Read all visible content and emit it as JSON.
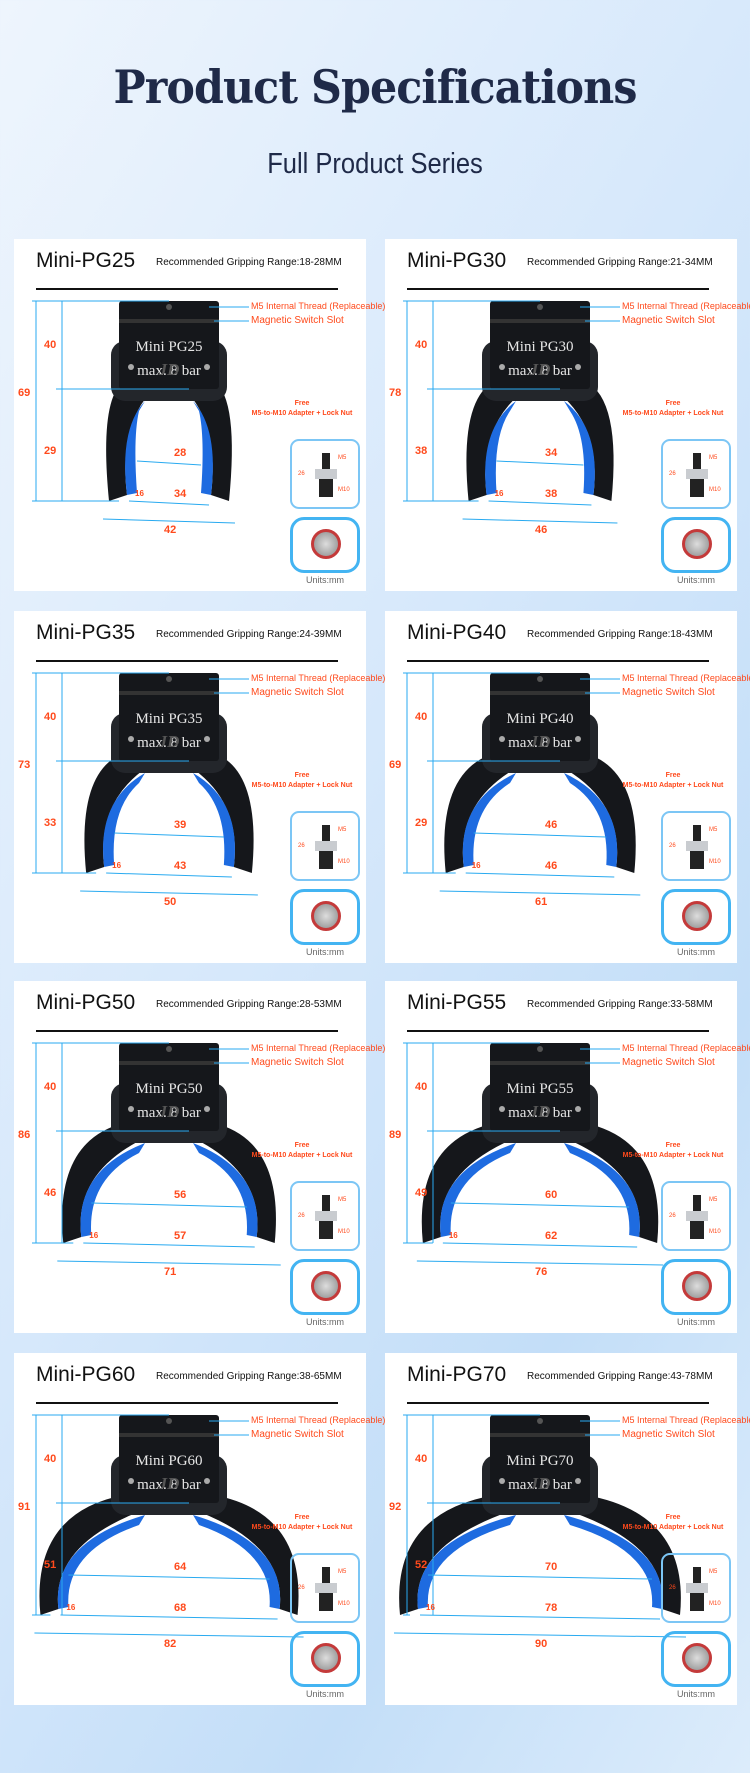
{
  "header": {
    "title": "Product Specifications",
    "subtitle": "Full Product Series"
  },
  "common": {
    "thread_callout": "M5 Internal Thread (Replaceable)",
    "slot_callout": "Magnetic Switch Slot",
    "free_label": "Free",
    "adapter_label": "M5-to-M10 Adapter + Lock Nut",
    "adapter_m5": "M5",
    "adapter_m10": "M10",
    "adapter_length": "26",
    "units": "Units:mm",
    "pressure": "max. 8 bar",
    "brand": "JD",
    "finger_dim": "16",
    "colors": {
      "dimension": "#29aaf0",
      "callout": "#ff4a1c",
      "jaw_pad": "#1e6be0",
      "body": "#15171b"
    }
  },
  "cards": [
    {
      "title": "Mini-PG25",
      "range": "Recommended Gripping Range:18-28MM",
      "body_label": "Mini PG25",
      "total_height": "69",
      "top_height": "40",
      "bottom_height": "29",
      "inner_width": "28",
      "mid_width": "34",
      "outer_width": "42"
    },
    {
      "title": "Mini-PG30",
      "range": "Recommended Gripping Range:21-34MM",
      "body_label": "Mini PG30",
      "total_height": "78",
      "top_height": "40",
      "bottom_height": "38",
      "inner_width": "34",
      "mid_width": "38",
      "outer_width": "46"
    },
    {
      "title": "Mini-PG35",
      "range": "Recommended Gripping Range:24-39MM",
      "body_label": "Mini PG35",
      "total_height": "73",
      "top_height": "40",
      "bottom_height": "33",
      "inner_width": "39",
      "mid_width": "43",
      "outer_width": "50"
    },
    {
      "title": "Mini-PG40",
      "range": "Recommended Gripping Range:18-43MM",
      "body_label": "Mini PG40",
      "total_height": "69",
      "top_height": "40",
      "bottom_height": "29",
      "inner_width": "46",
      "mid_width": "46",
      "outer_width": "61"
    },
    {
      "title": "Mini-PG50",
      "range": "Recommended Gripping Range:28-53MM",
      "body_label": "Mini PG50",
      "total_height": "86",
      "top_height": "40",
      "bottom_height": "46",
      "inner_width": "56",
      "mid_width": "57",
      "outer_width": "71"
    },
    {
      "title": "Mini-PG55",
      "range": "Recommended Gripping Range:33-58MM",
      "body_label": "Mini PG55",
      "total_height": "89",
      "top_height": "40",
      "bottom_height": "49",
      "inner_width": "60",
      "mid_width": "62",
      "outer_width": "76"
    },
    {
      "title": "Mini-PG60",
      "range": "Recommended Gripping Range:38-65MM",
      "body_label": "Mini PG60",
      "total_height": "91",
      "top_height": "40",
      "bottom_height": "51",
      "inner_width": "64",
      "mid_width": "68",
      "outer_width": "82"
    },
    {
      "title": "Mini-PG70",
      "range": "Recommended Gripping Range:43-78MM",
      "body_label": "Mini PG70",
      "total_height": "92",
      "top_height": "40",
      "bottom_height": "52",
      "inner_width": "70",
      "mid_width": "78",
      "outer_width": "90"
    }
  ]
}
